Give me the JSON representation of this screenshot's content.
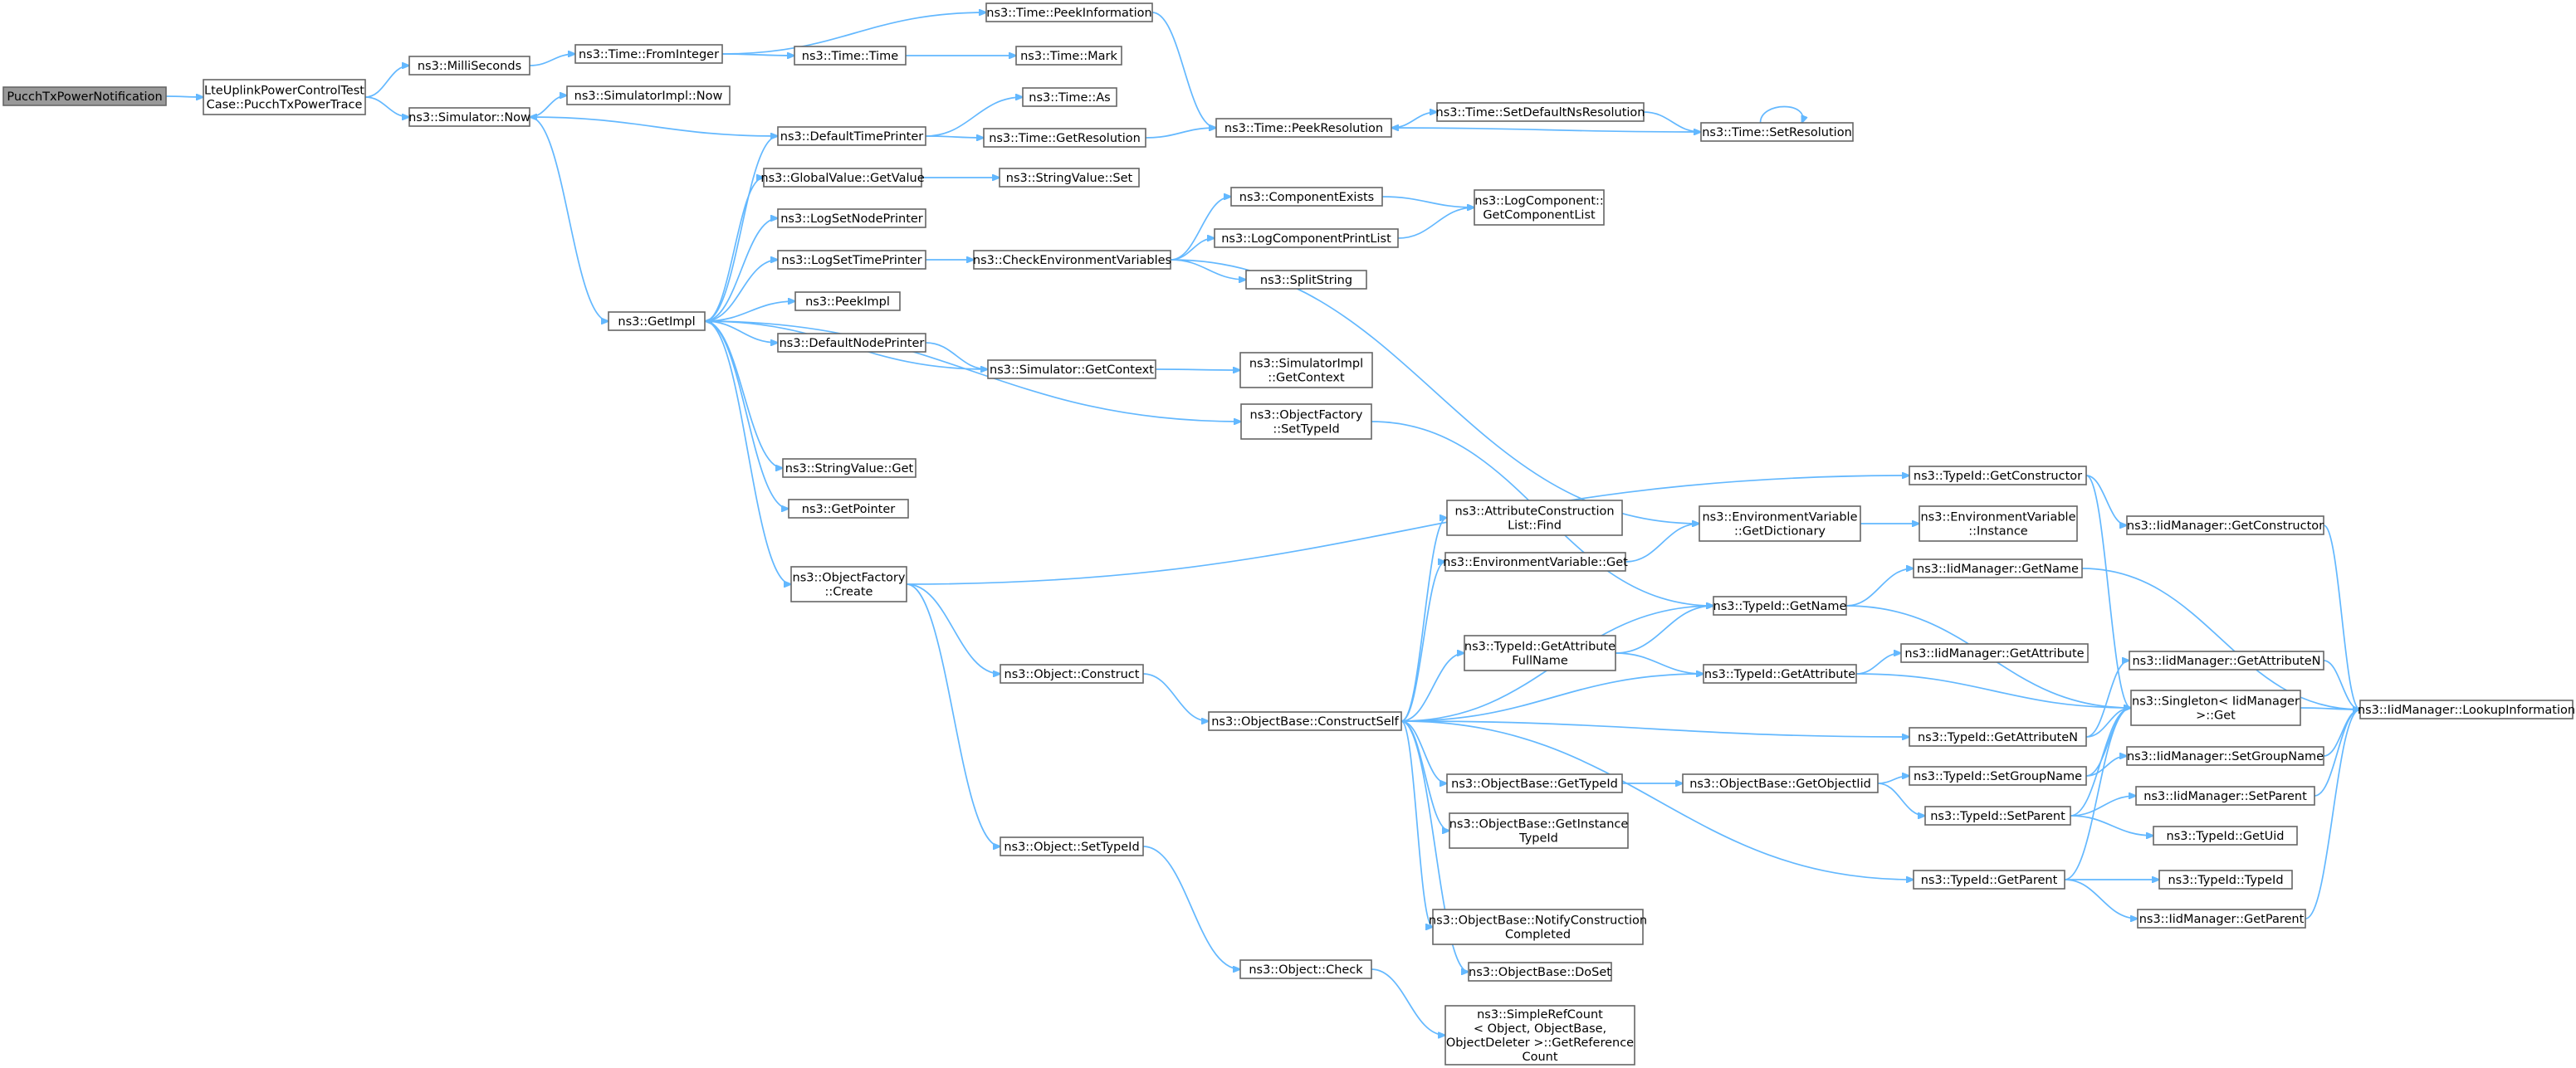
{
  "nodes": {
    "pucch": {
      "lines": [
        "PucchTxPowerNotification"
      ]
    },
    "lte": {
      "lines": [
        "LteUplinkPowerControlTest",
        "Case::PucchTxPowerTrace"
      ]
    },
    "milliseconds": {
      "lines": [
        "ns3::MilliSeconds"
      ]
    },
    "simnow": {
      "lines": [
        "ns3::Simulator::Now"
      ]
    },
    "fromint": {
      "lines": [
        "ns3::Time::FromInteger"
      ]
    },
    "simimplnow": {
      "lines": [
        "ns3::SimulatorImpl::Now"
      ]
    },
    "peekinfo": {
      "lines": [
        "ns3::Time::PeekInformation"
      ]
    },
    "timetime": {
      "lines": [
        "ns3::Time::Time"
      ]
    },
    "timemark": {
      "lines": [
        "ns3::Time::Mark"
      ]
    },
    "timeas": {
      "lines": [
        "ns3::Time::As"
      ]
    },
    "defaulttp": {
      "lines": [
        "ns3::DefaultTimePrinter"
      ]
    },
    "getres": {
      "lines": [
        "ns3::Time::GetResolution"
      ]
    },
    "peekres": {
      "lines": [
        "ns3::Time::PeekResolution"
      ]
    },
    "setdefns": {
      "lines": [
        "ns3::Time::SetDefaultNsResolution"
      ]
    },
    "setres": {
      "lines": [
        "ns3::Time::SetResolution"
      ]
    },
    "gvget": {
      "lines": [
        "ns3::GlobalValue::GetValue"
      ]
    },
    "svset": {
      "lines": [
        "ns3::StringValue::Set"
      ]
    },
    "lsnp": {
      "lines": [
        "ns3::LogSetNodePrinter"
      ]
    },
    "lstp": {
      "lines": [
        "ns3::LogSetTimePrinter"
      ]
    },
    "checkenv": {
      "lines": [
        "ns3::CheckEnvironmentVariables"
      ]
    },
    "compexists": {
      "lines": [
        "ns3::ComponentExists"
      ]
    },
    "logcompprint": {
      "lines": [
        "ns3::LogComponentPrintList"
      ]
    },
    "getcomplist": {
      "lines": [
        "ns3::LogComponent::",
        "GetComponentList"
      ]
    },
    "splitstring": {
      "lines": [
        "ns3::SplitString"
      ]
    },
    "getimpl": {
      "lines": [
        "ns3::GetImpl"
      ]
    },
    "peekimpl": {
      "lines": [
        "ns3::PeekImpl"
      ]
    },
    "defnp": {
      "lines": [
        "ns3::DefaultNodePrinter"
      ]
    },
    "simgetctx": {
      "lines": [
        "ns3::Simulator::GetContext"
      ]
    },
    "simimplctx": {
      "lines": [
        "ns3::SimulatorImpl",
        "::GetContext"
      ]
    },
    "ofsettid": {
      "lines": [
        "ns3::ObjectFactory",
        "::SetTypeId"
      ]
    },
    "svget": {
      "lines": [
        "ns3::StringValue::Get"
      ]
    },
    "getpointer": {
      "lines": [
        "ns3::GetPointer"
      ]
    },
    "ofcreate": {
      "lines": [
        "ns3::ObjectFactory",
        "::Create"
      ]
    },
    "tidgetctor": {
      "lines": [
        "ns3::TypeId::GetConstructor"
      ]
    },
    "attrlistfind": {
      "lines": [
        "ns3::AttributeConstruction",
        "List::Find"
      ]
    },
    "envgetdict": {
      "lines": [
        "ns3::EnvironmentVariable",
        "::GetDictionary"
      ]
    },
    "envinst": {
      "lines": [
        "ns3::EnvironmentVariable",
        "::Instance"
      ]
    },
    "iidgetctor": {
      "lines": [
        "ns3::IidManager::GetConstructor"
      ]
    },
    "envget": {
      "lines": [
        "ns3::EnvironmentVariable::Get"
      ]
    },
    "iidgetname": {
      "lines": [
        "ns3::IidManager::GetName"
      ]
    },
    "tidgetname": {
      "lines": [
        "ns3::TypeId::GetName"
      ]
    },
    "tidgetattrfull": {
      "lines": [
        "ns3::TypeId::GetAttribute",
        "FullName"
      ]
    },
    "iidgetattr": {
      "lines": [
        "ns3::IidManager::GetAttribute"
      ]
    },
    "objconstruct": {
      "lines": [
        "ns3::Object::Construct"
      ]
    },
    "tidgetattr": {
      "lines": [
        "ns3::TypeId::GetAttribute"
      ]
    },
    "iidgetattrn": {
      "lines": [
        "ns3::IidManager::GetAttributeN"
      ]
    },
    "singleton": {
      "lines": [
        "ns3::Singleton< IidManager",
        " >::Get"
      ]
    },
    "lookup": {
      "lines": [
        "ns3::IidManager::LookupInformation"
      ]
    },
    "constructself": {
      "lines": [
        "ns3::ObjectBase::ConstructSelf"
      ]
    },
    "tidgetattrn": {
      "lines": [
        "ns3::TypeId::GetAttributeN"
      ]
    },
    "obgettid": {
      "lines": [
        "ns3::ObjectBase::GetTypeId"
      ]
    },
    "obgetoiid": {
      "lines": [
        "ns3::ObjectBase::GetObjectIid"
      ]
    },
    "tidsetgroup": {
      "lines": [
        "ns3::TypeId::SetGroupName"
      ]
    },
    "iidsetgroup": {
      "lines": [
        "ns3::IidManager::SetGroupName"
      ]
    },
    "tidsetparent": {
      "lines": [
        "ns3::TypeId::SetParent"
      ]
    },
    "iidsetparent": {
      "lines": [
        "ns3::IidManager::SetParent"
      ]
    },
    "obgetinst": {
      "lines": [
        "ns3::ObjectBase::GetInstance",
        "TypeId"
      ]
    },
    "tidgetuid": {
      "lines": [
        "ns3::TypeId::GetUid"
      ]
    },
    "objsettid": {
      "lines": [
        "ns3::Object::SetTypeId"
      ]
    },
    "tidgetparent": {
      "lines": [
        "ns3::TypeId::GetParent"
      ]
    },
    "tidtid": {
      "lines": [
        "ns3::TypeId::TypeId"
      ]
    },
    "iidgetparent": {
      "lines": [
        "ns3::IidManager::GetParent"
      ]
    },
    "obnotify": {
      "lines": [
        "ns3::ObjectBase::NotifyConstruction",
        "Completed"
      ]
    },
    "obdoset": {
      "lines": [
        "ns3::ObjectBase::DoSet"
      ]
    },
    "objcheck": {
      "lines": [
        "ns3::Object::Check"
      ]
    },
    "simplerefcount": {
      "lines": [
        "ns3::SimpleRefCount",
        "< Object, ObjectBase,",
        " ObjectDeleter >::GetReference",
        "Count"
      ]
    }
  }
}
